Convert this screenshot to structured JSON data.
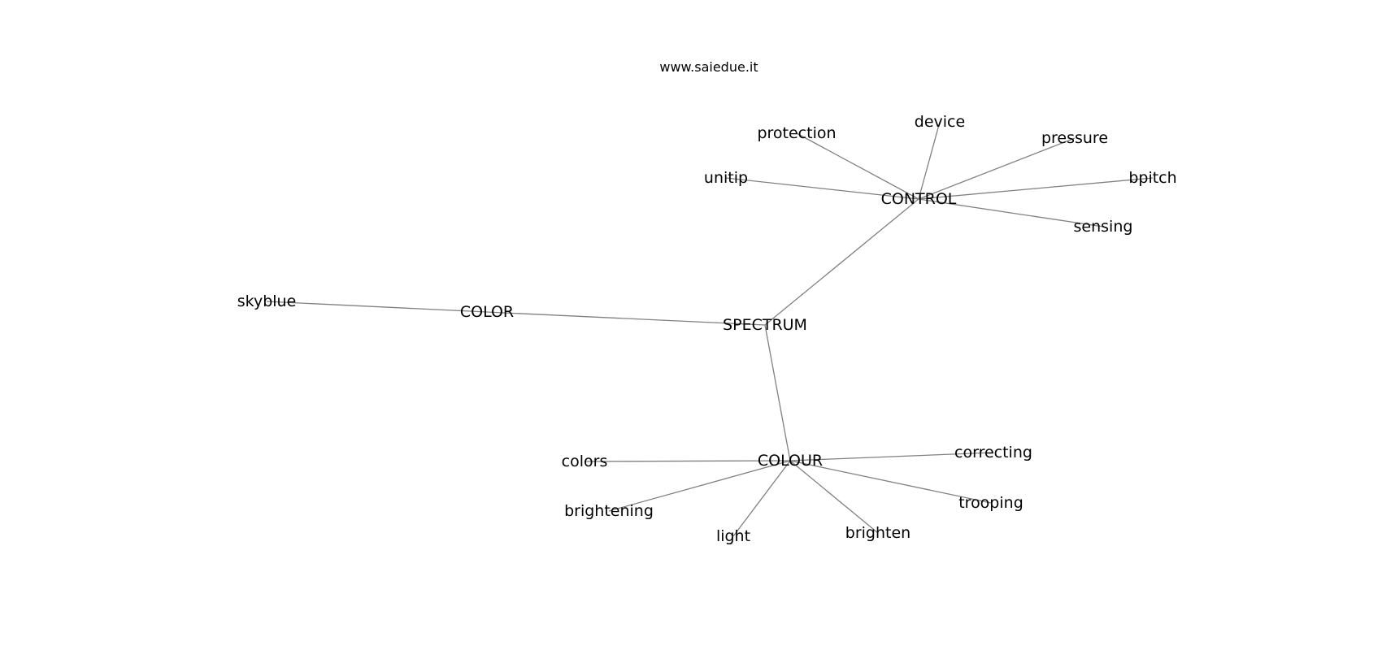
{
  "site": "www.saiedue.it",
  "colors": {
    "edge": "#808080",
    "label": "#000000",
    "background": "#ffffff"
  },
  "graph": {
    "nodes": [
      {
        "id": "spectrum",
        "label": "SPECTRUM"
      },
      {
        "id": "color",
        "label": "COLOR"
      },
      {
        "id": "skyblue",
        "label": "skyblue"
      },
      {
        "id": "control",
        "label": "CONTROL"
      },
      {
        "id": "protection",
        "label": "protection"
      },
      {
        "id": "device",
        "label": "device"
      },
      {
        "id": "pressure",
        "label": "pressure"
      },
      {
        "id": "unitip",
        "label": "unitip"
      },
      {
        "id": "bpitch",
        "label": "bpitch"
      },
      {
        "id": "sensing",
        "label": "sensing"
      },
      {
        "id": "colour",
        "label": "COLOUR"
      },
      {
        "id": "colors",
        "label": "colors"
      },
      {
        "id": "correcting",
        "label": "correcting"
      },
      {
        "id": "brightening",
        "label": "brightening"
      },
      {
        "id": "trooping",
        "label": "trooping"
      },
      {
        "id": "light",
        "label": "light"
      },
      {
        "id": "brighten",
        "label": "brighten"
      }
    ],
    "edges": [
      [
        "spectrum",
        "color"
      ],
      [
        "color",
        "skyblue"
      ],
      [
        "spectrum",
        "control"
      ],
      [
        "control",
        "protection"
      ],
      [
        "control",
        "device"
      ],
      [
        "control",
        "pressure"
      ],
      [
        "control",
        "unitip"
      ],
      [
        "control",
        "bpitch"
      ],
      [
        "control",
        "sensing"
      ],
      [
        "spectrum",
        "colour"
      ],
      [
        "colour",
        "colors"
      ],
      [
        "colour",
        "correcting"
      ],
      [
        "colour",
        "brightening"
      ],
      [
        "colour",
        "trooping"
      ],
      [
        "colour",
        "light"
      ],
      [
        "colour",
        "brighten"
      ]
    ]
  }
}
